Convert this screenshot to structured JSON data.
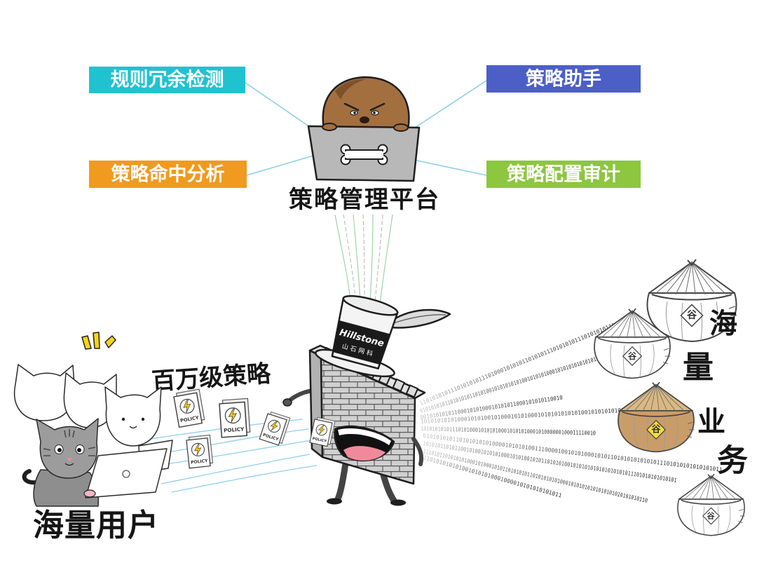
{
  "illustration": {
    "boxes": {
      "rule_redundancy": {
        "label": "规则冗余检测",
        "color": "#1fc3cf"
      },
      "policy_assistant": {
        "label": "策略助手",
        "color": "#4c5fc7"
      },
      "policy_hit_analysis": {
        "label": "策略命中分析",
        "color": "#f09a1f"
      },
      "policy_config_audit": {
        "label": "策略配置审计",
        "color": "#8dc63f"
      }
    },
    "platform_label": "策略管理平台",
    "million_policies_label": "百万级策略",
    "million_policies_color": "#e8202a",
    "massive_users_label": "海量用户",
    "massive_business_label": "海量业务",
    "hat": {
      "brand": "Hillstone",
      "brand_cn": "山石网科"
    },
    "documents": [
      {
        "label": "POLICY"
      },
      {
        "label": "POLICY"
      },
      {
        "label": "POLICY"
      },
      {
        "label": "POLICY"
      },
      {
        "label": "POLICY"
      }
    ],
    "sacks": [
      {
        "label": "谷"
      },
      {
        "label": "谷"
      },
      {
        "label": "谷"
      },
      {
        "label": "谷"
      }
    ],
    "binary_streams": [
      "1101010101110101010111010001010101101010111010101011101010101101",
      "0101010101101010101101010010101010101001010101000101010101010101",
      "0010101010110001010100010101011000101010110010",
      "10101010101000101010010100010101000101010101010100101010101010101011",
      "1010101010111010100010101010001010101000101000000100011110010",
      "0101010101101010101010000101010100111000010010101000101011010101010101011101010101010101011",
      "1010101101011001010010101010001010100101011010101001010101010101010101011101010101010101",
      "1110101101010101000101000101011010101011010101010100010101010101010101010101010110",
      "1101010101010010101010001000010101010101011"
    ]
  }
}
